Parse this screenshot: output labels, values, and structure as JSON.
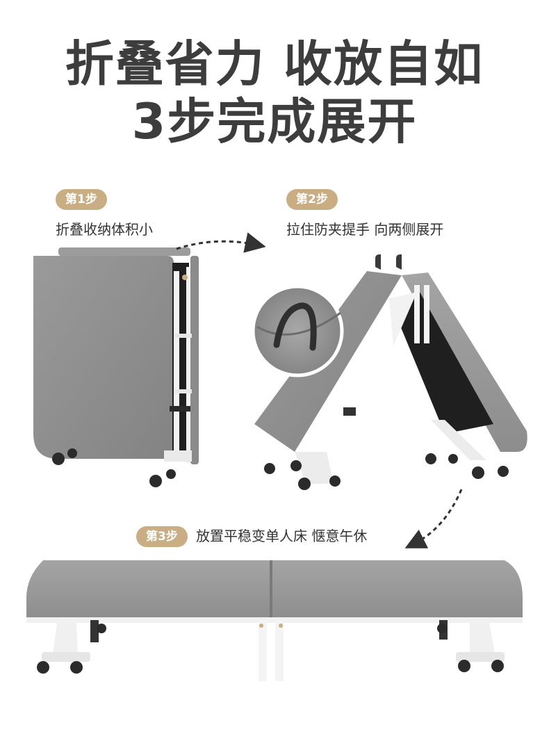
{
  "headline": {
    "line1": "折叠省力 收放自如",
    "line2": "3步完成展开"
  },
  "steps": [
    {
      "badge": "第1步",
      "caption": "折叠收纳体积小"
    },
    {
      "badge": "第2步",
      "caption": "拉住防夹提手 向两侧展开"
    },
    {
      "badge": "第3步",
      "caption": "放置平稳变单人床 惬意午休"
    }
  ],
  "colors": {
    "badge": "#c9ad83",
    "fabric": "#8e8e8e",
    "frame": "#f4f4f4",
    "headline": "#3d3d3d"
  }
}
